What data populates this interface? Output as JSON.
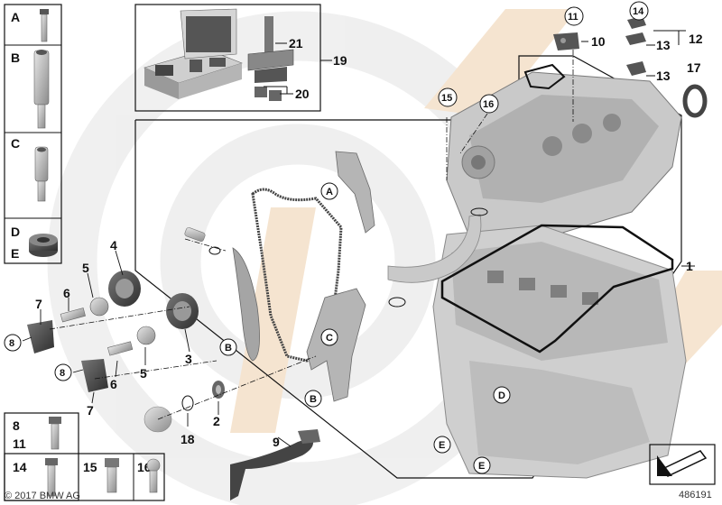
{
  "legend_left": [
    "A",
    "B",
    "C",
    "D",
    "E"
  ],
  "legend_bottom": [
    "8",
    "11",
    "14",
    "15",
    "16"
  ],
  "callouts": {
    "n1": "1",
    "n2": "2",
    "n3": "3",
    "n4": "4",
    "n5a": "5",
    "n5b": "5",
    "n6a": "6",
    "n6b": "6",
    "n7a": "7",
    "n7b": "7",
    "n8a": "8",
    "n8b": "8",
    "n9": "9",
    "n10": "10",
    "n11": "11",
    "n12": "12",
    "n13a": "13",
    "n13b": "13",
    "n14": "14",
    "n15": "15",
    "n16": "16",
    "n17": "17",
    "n18": "18",
    "n19": "19",
    "n20": "20",
    "n21": "21",
    "cA": "A",
    "cB1": "B",
    "cB2": "B",
    "cC": "C",
    "cD": "D",
    "cE1": "E",
    "cE2": "E"
  },
  "footer": {
    "copyright": "© 2017 BMW AG",
    "diagram_id": "486191"
  },
  "colors": {
    "line": "#111111",
    "part_gray": "#9a9a9a",
    "part_light": "#d8d8d8",
    "watermark_orange": "#f3dcc2",
    "watermark_gray": "#ececec"
  }
}
